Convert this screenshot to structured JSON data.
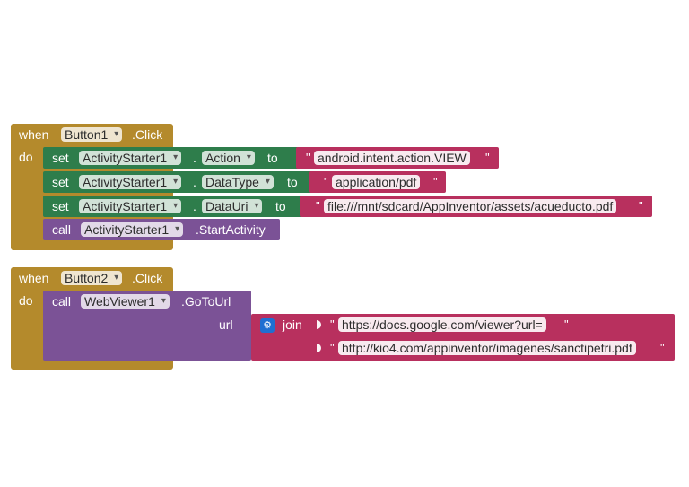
{
  "event1": {
    "when": "when",
    "component": "Button1",
    "event": ".Click",
    "do": "do",
    "statements": [
      {
        "kw": "set",
        "component": "ActivityStarter1",
        "dot": ".",
        "prop": "Action",
        "to": "to",
        "value": "android.intent.action.VIEW"
      },
      {
        "kw": "set",
        "component": "ActivityStarter1",
        "dot": ".",
        "prop": "DataType",
        "to": "to",
        "value": "application/pdf"
      },
      {
        "kw": "set",
        "component": "ActivityStarter1",
        "dot": ".",
        "prop": "DataUri",
        "to": "to",
        "value": "file:///mnt/sdcard/AppInventor/assets/acueducto.pdf"
      }
    ],
    "call": {
      "kw": "call",
      "component": "ActivityStarter1",
      "method": ".StartActivity"
    }
  },
  "event2": {
    "when": "when",
    "component": "Button2",
    "event": ".Click",
    "do": "do",
    "call": {
      "kw": "call",
      "component": "WebViewer1",
      "method": ".GoToUrl",
      "arg_label": "url",
      "join_label": "join",
      "join_items": [
        "https://docs.google.com/viewer?url=",
        "http://kio4.com/appinventor/imagenes/sanctipetri.pdf"
      ]
    }
  },
  "quote": "\""
}
